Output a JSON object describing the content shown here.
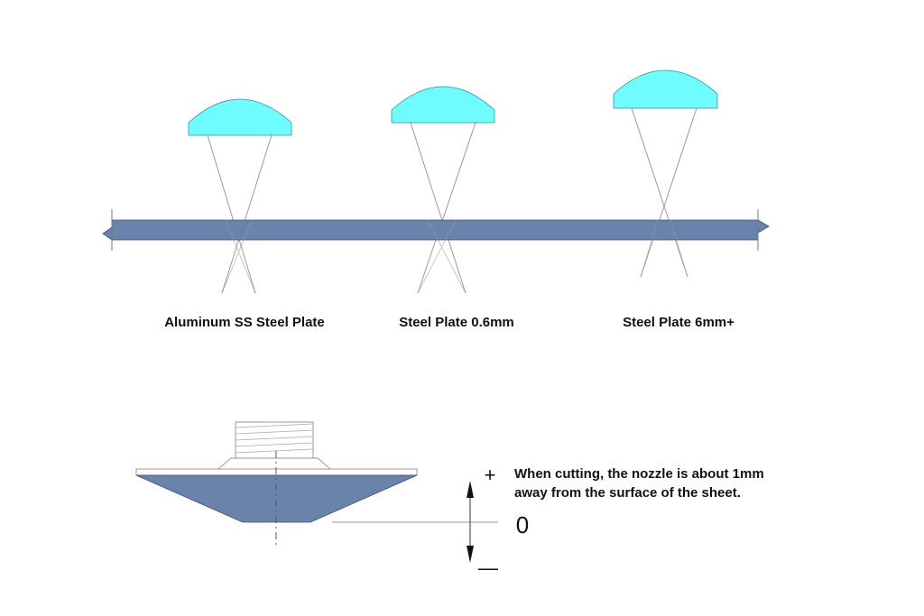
{
  "colors": {
    "lens": "#6ffcff",
    "lens_stroke": "#3a8fa0",
    "plate": "#6a83ab",
    "plate_stroke": "#3c4f70",
    "line": "#9a9a9a",
    "text": "#111111"
  },
  "focus_labels": [
    "Aluminum SS Steel Plate",
    "Steel Plate 0.6mm",
    "Steel Plate 6mm+"
  ],
  "nozzle": {
    "note_line1": "When cutting, the nozzle is about 1mm",
    "note_line2": "away from the surface of the sheet.",
    "zero_label": "0",
    "plus_label": "+",
    "minus_label": "—"
  }
}
